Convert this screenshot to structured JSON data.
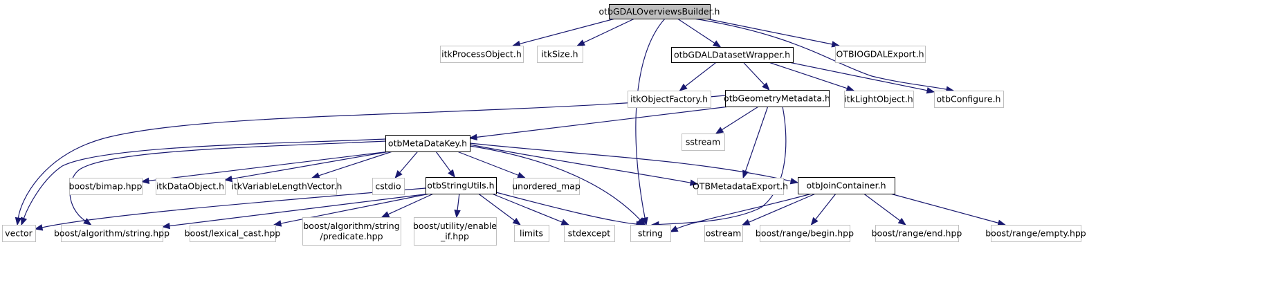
{
  "diagram": {
    "type": "include-dependency-graph",
    "root": "otbGDALOverviewsBuilder.h",
    "colors": {
      "edge": "#191970",
      "root_fill": "#bfbfbf",
      "root_stroke": "#000000",
      "documented_stroke": "#000000",
      "documented_fill": "#ffffff",
      "external_stroke": "#bfbfbf",
      "external_fill": "#ffffff",
      "text": "#000000"
    },
    "nodes": [
      {
        "id": "root",
        "label": [
          "otbGDALOverviewsBuilder.h"
        ],
        "kind": "root"
      },
      {
        "id": "itkProcessObject",
        "label": [
          "itkProcessObject.h"
        ],
        "kind": "external"
      },
      {
        "id": "itkSize",
        "label": [
          "itkSize.h"
        ],
        "kind": "external"
      },
      {
        "id": "otbGDALDatasetWrapper",
        "label": [
          "otbGDALDatasetWrapper.h"
        ],
        "kind": "documented"
      },
      {
        "id": "OTBIOGDALExport",
        "label": [
          "OTBIOGDALExport.h"
        ],
        "kind": "external"
      },
      {
        "id": "itkObjectFactory",
        "label": [
          "itkObjectFactory.h"
        ],
        "kind": "external"
      },
      {
        "id": "otbGeometryMetadata",
        "label": [
          "otbGeometryMetadata.h"
        ],
        "kind": "documented"
      },
      {
        "id": "itkLightObject",
        "label": [
          "itkLightObject.h"
        ],
        "kind": "external"
      },
      {
        "id": "otbConfigure",
        "label": [
          "otbConfigure.h"
        ],
        "kind": "external"
      },
      {
        "id": "sstream",
        "label": [
          "sstream"
        ],
        "kind": "external"
      },
      {
        "id": "otbMetaDataKey",
        "label": [
          "otbMetaDataKey.h"
        ],
        "kind": "documented"
      },
      {
        "id": "boostBimap",
        "label": [
          "boost/bimap.hpp"
        ],
        "kind": "external"
      },
      {
        "id": "itkDataObject",
        "label": [
          "itkDataObject.h"
        ],
        "kind": "external"
      },
      {
        "id": "itkVariableLengthVector",
        "label": [
          "itkVariableLengthVector.h"
        ],
        "kind": "external"
      },
      {
        "id": "cstdio",
        "label": [
          "cstdio"
        ],
        "kind": "external"
      },
      {
        "id": "otbStringUtils",
        "label": [
          "otbStringUtils.h"
        ],
        "kind": "documented"
      },
      {
        "id": "unordered_map",
        "label": [
          "unordered_map"
        ],
        "kind": "external"
      },
      {
        "id": "OTBMetadataExport",
        "label": [
          "OTBMetadataExport.h"
        ],
        "kind": "external"
      },
      {
        "id": "otbJoinContainer",
        "label": [
          "otbJoinContainer.h"
        ],
        "kind": "documented"
      },
      {
        "id": "vector",
        "label": [
          "vector"
        ],
        "kind": "external"
      },
      {
        "id": "boostAlgString",
        "label": [
          "boost/algorithm/string.hpp"
        ],
        "kind": "external"
      },
      {
        "id": "boostLexicalCast",
        "label": [
          "boost/lexical_cast.hpp"
        ],
        "kind": "external"
      },
      {
        "id": "boostPredicate",
        "label": [
          "boost/algorithm/string",
          "/predicate.hpp"
        ],
        "kind": "external"
      },
      {
        "id": "boostEnableIf",
        "label": [
          "boost/utility/enable",
          "_if.hpp"
        ],
        "kind": "external"
      },
      {
        "id": "limits",
        "label": [
          "limits"
        ],
        "kind": "external"
      },
      {
        "id": "stdexcept",
        "label": [
          "stdexcept"
        ],
        "kind": "external"
      },
      {
        "id": "string",
        "label": [
          "string"
        ],
        "kind": "external"
      },
      {
        "id": "ostream",
        "label": [
          "ostream"
        ],
        "kind": "external"
      },
      {
        "id": "boostRangeBegin",
        "label": [
          "boost/range/begin.hpp"
        ],
        "kind": "external"
      },
      {
        "id": "boostRangeEnd",
        "label": [
          "boost/range/end.hpp"
        ],
        "kind": "external"
      },
      {
        "id": "boostRangeEmpty",
        "label": [
          "boost/range/empty.hpp"
        ],
        "kind": "external"
      }
    ],
    "edges": [
      [
        "root",
        "itkProcessObject"
      ],
      [
        "root",
        "itkSize"
      ],
      [
        "root",
        "otbGDALDatasetWrapper"
      ],
      [
        "root",
        "OTBIOGDALExport"
      ],
      [
        "root",
        "otbConfigure"
      ],
      [
        "root",
        "string"
      ],
      [
        "otbGDALDatasetWrapper",
        "itkObjectFactory"
      ],
      [
        "otbGDALDatasetWrapper",
        "otbGeometryMetadata"
      ],
      [
        "otbGDALDatasetWrapper",
        "itkLightObject"
      ],
      [
        "otbGDALDatasetWrapper",
        "otbConfigure"
      ],
      [
        "otbGeometryMetadata",
        "otbMetaDataKey"
      ],
      [
        "otbGeometryMetadata",
        "sstream"
      ],
      [
        "otbGeometryMetadata",
        "OTBMetadataExport"
      ],
      [
        "otbGeometryMetadata",
        "string"
      ],
      [
        "otbGeometryMetadata",
        "vector"
      ],
      [
        "otbMetaDataKey",
        "boostBimap"
      ],
      [
        "otbMetaDataKey",
        "itkDataObject"
      ],
      [
        "otbMetaDataKey",
        "itkVariableLengthVector"
      ],
      [
        "otbMetaDataKey",
        "cstdio"
      ],
      [
        "otbMetaDataKey",
        "otbStringUtils"
      ],
      [
        "otbMetaDataKey",
        "unordered_map"
      ],
      [
        "otbMetaDataKey",
        "OTBMetadataExport"
      ],
      [
        "otbMetaDataKey",
        "otbJoinContainer"
      ],
      [
        "otbMetaDataKey",
        "string"
      ],
      [
        "otbMetaDataKey",
        "vector"
      ],
      [
        "otbMetaDataKey",
        "boostAlgString"
      ],
      [
        "otbStringUtils",
        "vector"
      ],
      [
        "otbStringUtils",
        "boostAlgString"
      ],
      [
        "otbStringUtils",
        "boostLexicalCast"
      ],
      [
        "otbStringUtils",
        "boostPredicate"
      ],
      [
        "otbStringUtils",
        "boostEnableIf"
      ],
      [
        "otbStringUtils",
        "limits"
      ],
      [
        "otbStringUtils",
        "stdexcept"
      ],
      [
        "otbStringUtils",
        "string"
      ],
      [
        "otbJoinContainer",
        "string"
      ],
      [
        "otbJoinContainer",
        "ostream"
      ],
      [
        "otbJoinContainer",
        "boostRangeBegin"
      ],
      [
        "otbJoinContainer",
        "boostRangeEnd"
      ],
      [
        "otbJoinContainer",
        "boostRangeEmpty"
      ]
    ]
  }
}
